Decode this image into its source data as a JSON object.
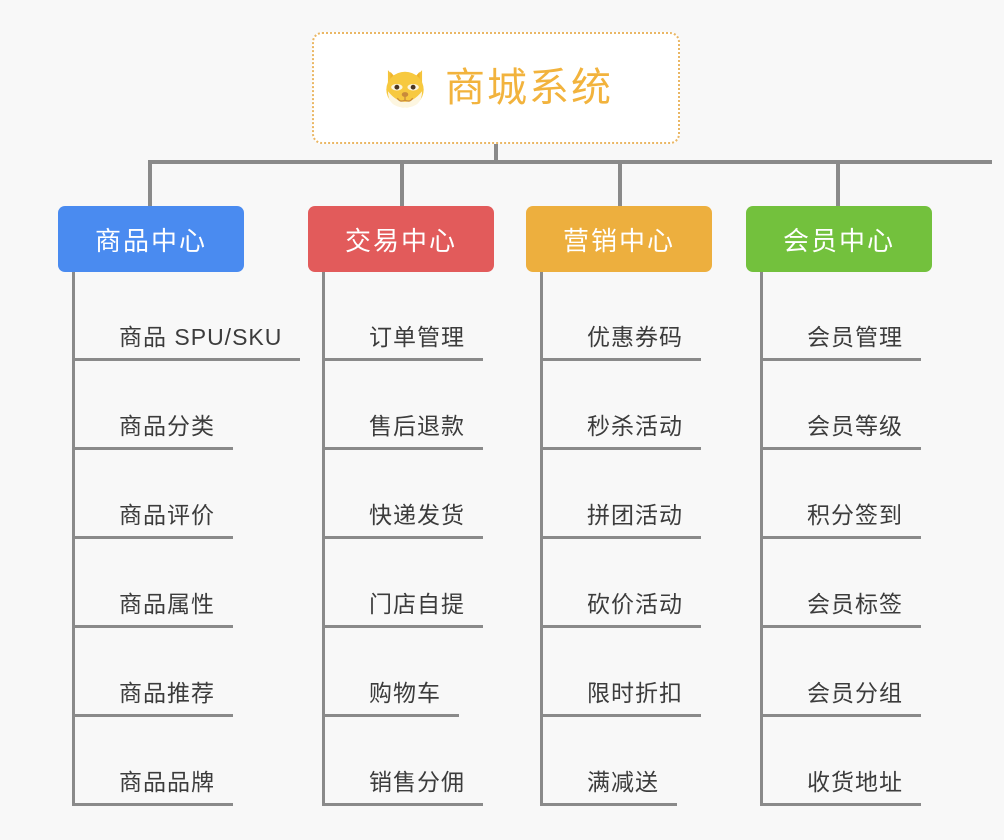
{
  "background_color": "#f8f8f8",
  "root": {
    "title": "商城系统",
    "icon": "shiba-dog-emoji",
    "text_color": "#f2b33d",
    "border_color": "#eab765"
  },
  "connector_color": "#8a8a8a",
  "branches": [
    {
      "title": "商品中心",
      "color": "#4a8bf0",
      "items": [
        "商品 SPU/SKU",
        "商品分类",
        "商品评价",
        "商品属性",
        "商品推荐",
        "商品品牌"
      ]
    },
    {
      "title": "交易中心",
      "color": "#e25b5b",
      "items": [
        "订单管理",
        "售后退款",
        "快递发货",
        "门店自提",
        "购物车",
        "销售分佣"
      ]
    },
    {
      "title": "营销中心",
      "color": "#edaf3e",
      "items": [
        "优惠券码",
        "秒杀活动",
        "拼团活动",
        "砍价活动",
        "限时折扣",
        "满减送"
      ]
    },
    {
      "title": "会员中心",
      "color": "#73c13d",
      "items": [
        "会员管理",
        "会员等级",
        "积分签到",
        "会员标签",
        "会员分组",
        "收货地址"
      ]
    }
  ]
}
